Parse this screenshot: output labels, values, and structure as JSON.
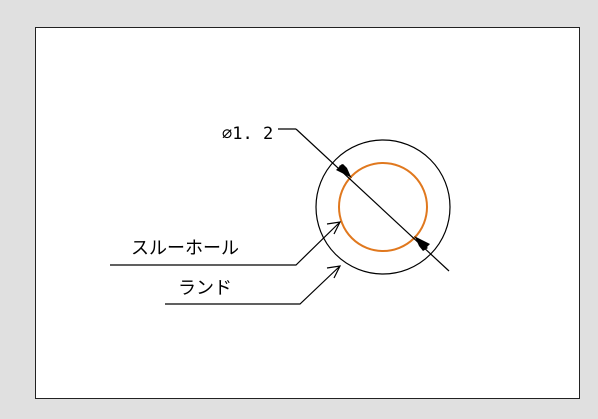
{
  "diagram": {
    "dimension_label": "⌀1. 2",
    "through_hole_label": "スルーホール",
    "land_label": "ランド",
    "colors": {
      "background": "#e0e0e0",
      "paper": "#ffffff",
      "line": "#000000",
      "through_hole": "#e0781e"
    }
  }
}
